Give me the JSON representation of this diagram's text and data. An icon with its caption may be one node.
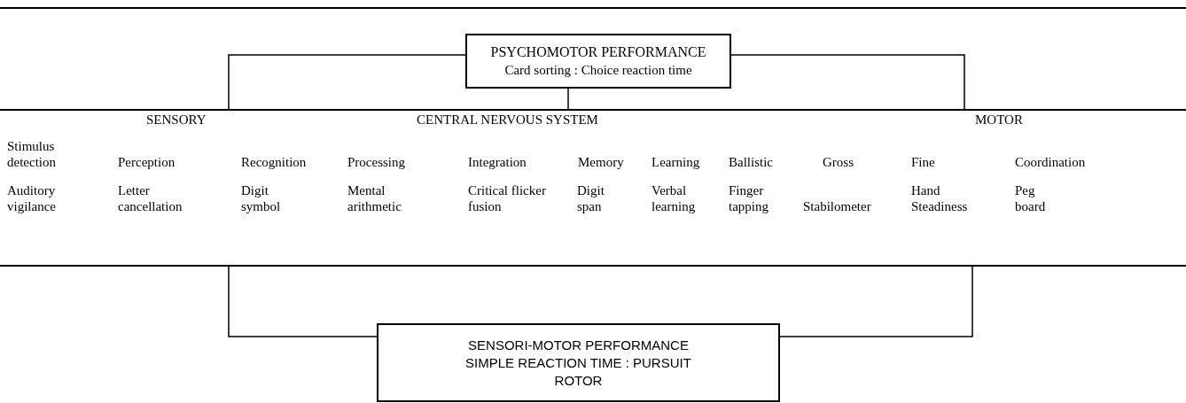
{
  "diagram": {
    "nodes": [
      {
        "text": [
          "PSYCHOMOTOR PERFORMANCE",
          "Card sorting : Choice reaction time"
        ]
      },
      {
        "text": [],
        "shape": "bar"
      },
      {
        "text": [],
        "shape": "bar"
      },
      {
        "text": [
          "SENSORI-MOTOR PERFORMANCE",
          "SIMPLE REACTION TIME : PURSUIT ROTOR"
        ]
      }
    ],
    "edges": [
      {
        "from": 0,
        "to": 1,
        "arrow": "none"
      },
      {
        "from": 0,
        "to": 1,
        "arrow": "none"
      },
      {
        "from": 0,
        "to": 1,
        "arrow": "none"
      },
      {
        "from": 2,
        "to": 3,
        "arrow": "none"
      },
      {
        "from": 2,
        "to": 3,
        "arrow": "none"
      }
    ],
    "labels": [
      "SENSORY",
      "CENTRAL NERVOUS SYSTEM",
      "MOTOR",
      "Stimulus detection",
      "Perception",
      "Recognition",
      "Processing",
      "Integration",
      "Memory",
      "Learning",
      "Ballistic",
      "Gross",
      "Fine",
      "Coordination",
      "Auditory vigilance",
      "Letter cancellation",
      "Digit symbol",
      "Mental arithmetic",
      "Critical flicker fusion",
      "Digit span",
      "Verbal learning",
      "Finger tapping",
      "Stabilometer",
      "Hand Steadiness",
      "Peg board"
    ]
  }
}
